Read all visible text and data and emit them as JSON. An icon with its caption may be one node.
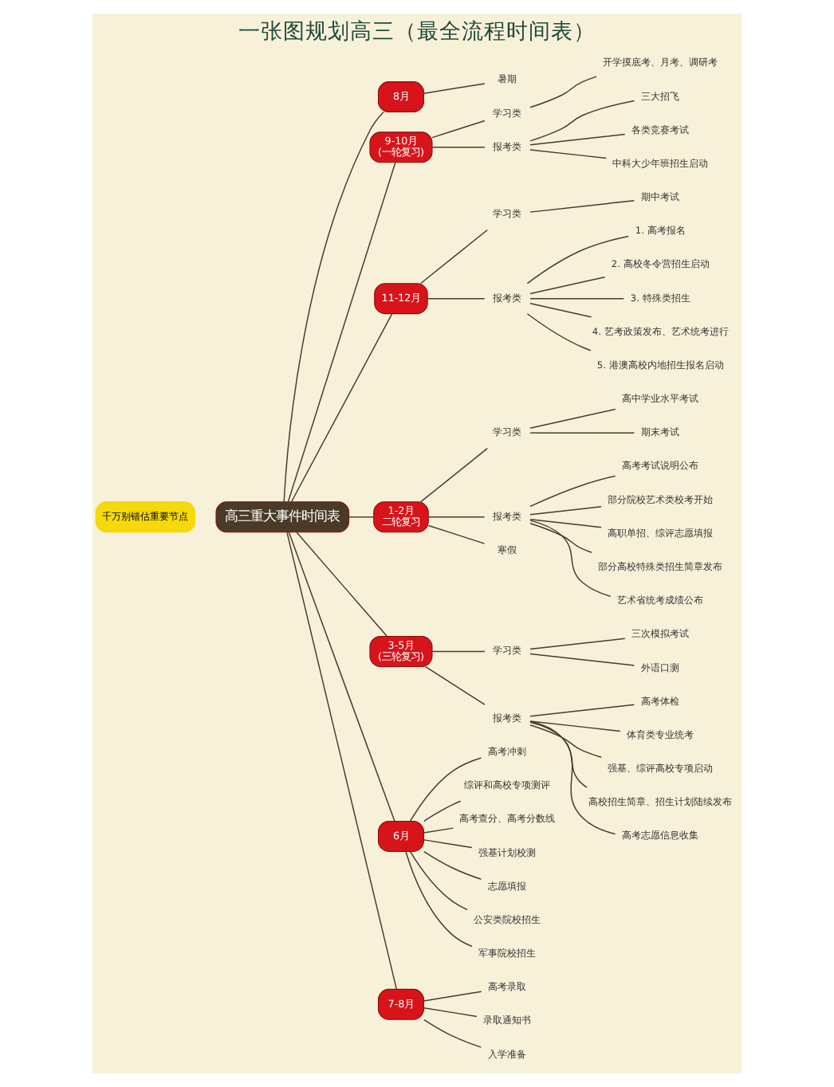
{
  "diagram": {
    "title": "一张图规划高三（最全流程时间表）",
    "nodes": [
      {
        "text": [
          "高三重大事件时间表"
        ]
      },
      {
        "text": [
          "8月"
        ]
      },
      {
        "text": [
          "暑期"
        ]
      },
      {
        "text": [
          "9-10月",
          "(一轮复习)"
        ]
      },
      {
        "text": [
          "学习类"
        ]
      },
      {
        "text": [
          "开学摸底考、月考、调研考"
        ]
      },
      {
        "text": [
          "报考类"
        ]
      },
      {
        "text": [
          "三大招飞"
        ]
      },
      {
        "text": [
          "各类竞赛考试"
        ]
      },
      {
        "text": [
          "中科大少年班招生启动"
        ]
      },
      {
        "text": [
          "11-12月"
        ]
      },
      {
        "text": [
          "学习类"
        ]
      },
      {
        "text": [
          "期中考试"
        ]
      },
      {
        "text": [
          "报考类"
        ]
      },
      {
        "text": [
          "1. 高考报名"
        ]
      },
      {
        "text": [
          "2. 高校冬令营招生启动"
        ]
      },
      {
        "text": [
          "3. 特殊类招生"
        ]
      },
      {
        "text": [
          "4. 艺考政策发布、艺术统考进行"
        ]
      },
      {
        "text": [
          "5. 港澳高校内地招生报名启动"
        ]
      },
      {
        "text": [
          "1-2月",
          "二轮复习"
        ]
      },
      {
        "text": [
          "学习类"
        ]
      },
      {
        "text": [
          "高中学业水平考试"
        ]
      },
      {
        "text": [
          "期末考试"
        ]
      },
      {
        "text": [
          "报考类"
        ]
      },
      {
        "text": [
          "高考考试说明公布"
        ]
      },
      {
        "text": [
          "部分院校艺术类校考开始"
        ]
      },
      {
        "text": [
          "高职单招、综评志愿填报"
        ]
      },
      {
        "text": [
          "部分高校特殊类招生简章发布"
        ]
      },
      {
        "text": [
          "艺术省统考成绩公布"
        ]
      },
      {
        "text": [
          "寒假"
        ]
      },
      {
        "text": [
          "3-5月",
          "(三轮复习)"
        ]
      },
      {
        "text": [
          "学习类"
        ]
      },
      {
        "text": [
          "三次模拟考试"
        ]
      },
      {
        "text": [
          "外语口测"
        ]
      },
      {
        "text": [
          "报考类"
        ]
      },
      {
        "text": [
          "高考体检"
        ]
      },
      {
        "text": [
          "体育类专业统考"
        ]
      },
      {
        "text": [
          "强基、综评高校专项启动"
        ]
      },
      {
        "text": [
          "高校招生简章、招生计划陆续发布"
        ]
      },
      {
        "text": [
          "高考志愿信息收集"
        ]
      },
      {
        "text": [
          "6月"
        ]
      },
      {
        "text": [
          "高考冲刺"
        ]
      },
      {
        "text": [
          "综评和高校专项测评"
        ]
      },
      {
        "text": [
          "高考查分、高考分数线"
        ]
      },
      {
        "text": [
          "强基计划校测"
        ]
      },
      {
        "text": [
          "志愿填报"
        ]
      },
      {
        "text": [
          "公安类院校招生"
        ]
      },
      {
        "text": [
          "军事院校招生"
        ]
      },
      {
        "text": [
          "7-8月"
        ]
      },
      {
        "text": [
          "高考录取"
        ]
      },
      {
        "text": [
          "录取通知书"
        ]
      },
      {
        "text": [
          "入学准备"
        ]
      }
    ],
    "edges": [
      {
        "from": 0,
        "to": 1,
        "arrow": "none"
      },
      {
        "from": 1,
        "to": 2,
        "arrow": "none"
      },
      {
        "from": 0,
        "to": 3,
        "arrow": "none"
      },
      {
        "from": 3,
        "to": 4,
        "arrow": "none"
      },
      {
        "from": 4,
        "to": 5,
        "arrow": "none"
      },
      {
        "from": 3,
        "to": 6,
        "arrow": "none"
      },
      {
        "from": 6,
        "to": 7,
        "arrow": "none"
      },
      {
        "from": 6,
        "to": 8,
        "arrow": "none"
      },
      {
        "from": 6,
        "to": 9,
        "arrow": "none"
      },
      {
        "from": 0,
        "to": 10,
        "arrow": "none"
      },
      {
        "from": 10,
        "to": 11,
        "arrow": "none"
      },
      {
        "from": 11,
        "to": 12,
        "arrow": "none"
      },
      {
        "from": 10,
        "to": 13,
        "arrow": "none"
      },
      {
        "from": 13,
        "to": 14,
        "arrow": "none"
      },
      {
        "from": 13,
        "to": 15,
        "arrow": "none"
      },
      {
        "from": 13,
        "to": 16,
        "arrow": "none"
      },
      {
        "from": 13,
        "to": 17,
        "arrow": "none"
      },
      {
        "from": 13,
        "to": 18,
        "arrow": "none"
      },
      {
        "from": 0,
        "to": 19,
        "arrow": "none"
      },
      {
        "from": 19,
        "to": 20,
        "arrow": "none"
      },
      {
        "from": 20,
        "to": 21,
        "arrow": "none"
      },
      {
        "from": 20,
        "to": 22,
        "arrow": "none"
      },
      {
        "from": 19,
        "to": 23,
        "arrow": "none"
      },
      {
        "from": 23,
        "to": 24,
        "arrow": "none"
      },
      {
        "from": 23,
        "to": 25,
        "arrow": "none"
      },
      {
        "from": 23,
        "to": 26,
        "arrow": "none"
      },
      {
        "from": 23,
        "to": 27,
        "arrow": "none"
      },
      {
        "from": 23,
        "to": 28,
        "arrow": "none"
      },
      {
        "from": 19,
        "to": 29,
        "arrow": "none"
      },
      {
        "from": 0,
        "to": 30,
        "arrow": "none"
      },
      {
        "from": 30,
        "to": 31,
        "arrow": "none"
      },
      {
        "from": 31,
        "to": 32,
        "arrow": "none"
      },
      {
        "from": 31,
        "to": 33,
        "arrow": "none"
      },
      {
        "from": 30,
        "to": 34,
        "arrow": "none"
      },
      {
        "from": 34,
        "to": 35,
        "arrow": "none"
      },
      {
        "from": 34,
        "to": 36,
        "arrow": "none"
      },
      {
        "from": 34,
        "to": 37,
        "arrow": "none"
      },
      {
        "from": 34,
        "to": 38,
        "arrow": "none"
      },
      {
        "from": 34,
        "to": 39,
        "arrow": "none"
      },
      {
        "from": 0,
        "to": 40,
        "arrow": "none"
      },
      {
        "from": 40,
        "to": 41,
        "arrow": "none"
      },
      {
        "from": 40,
        "to": 42,
        "arrow": "none"
      },
      {
        "from": 40,
        "to": 43,
        "arrow": "none"
      },
      {
        "from": 40,
        "to": 44,
        "arrow": "none"
      },
      {
        "from": 40,
        "to": 45,
        "arrow": "none"
      },
      {
        "from": 40,
        "to": 46,
        "arrow": "none"
      },
      {
        "from": 40,
        "to": 47,
        "arrow": "none"
      },
      {
        "from": 0,
        "to": 48,
        "arrow": "none"
      },
      {
        "from": 48,
        "to": 49,
        "arrow": "none"
      },
      {
        "from": 48,
        "to": 50,
        "arrow": "none"
      },
      {
        "from": 48,
        "to": 51,
        "arrow": "none"
      }
    ],
    "labels": [
      "千万别错估重要节点"
    ]
  }
}
